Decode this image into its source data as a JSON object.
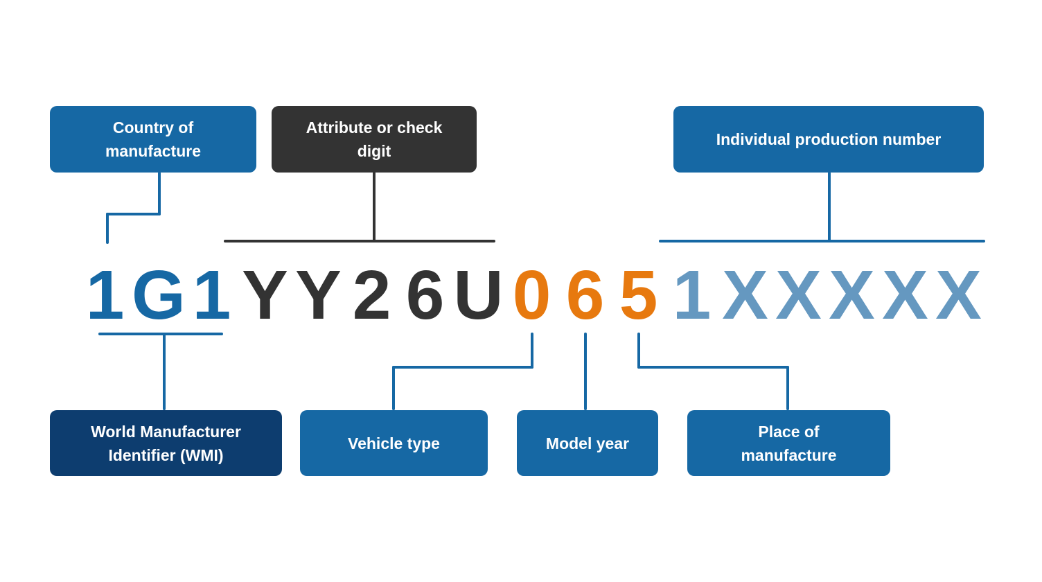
{
  "colors": {
    "primary_blue": "#1668a4",
    "navy": "#0d3d6f",
    "dark": "#333333",
    "orange": "#e7790f",
    "light_blue": "#6598c0",
    "background": "#ffffff",
    "box_text": "#ffffff"
  },
  "vin": {
    "value": "1G1YY26U0651XXXXX",
    "segments": [
      {
        "text": "1G1",
        "color": "primary_blue"
      },
      {
        "text": "YY26U",
        "color": "dark"
      },
      {
        "text": "065",
        "color": "orange"
      },
      {
        "text": "1XXXXX",
        "color": "light_blue"
      }
    ]
  },
  "callouts": {
    "country": {
      "label": "Country of manufacture"
    },
    "attribute": {
      "label": "Attribute or check digit"
    },
    "production": {
      "label": "Individual production number"
    },
    "wmi": {
      "label": "World Manufacturer Identifier (WMI)"
    },
    "vehicle_type": {
      "label": "Vehicle type"
    },
    "model_year": {
      "label": "Model year"
    },
    "place": {
      "label": "Place of manufacture"
    }
  }
}
